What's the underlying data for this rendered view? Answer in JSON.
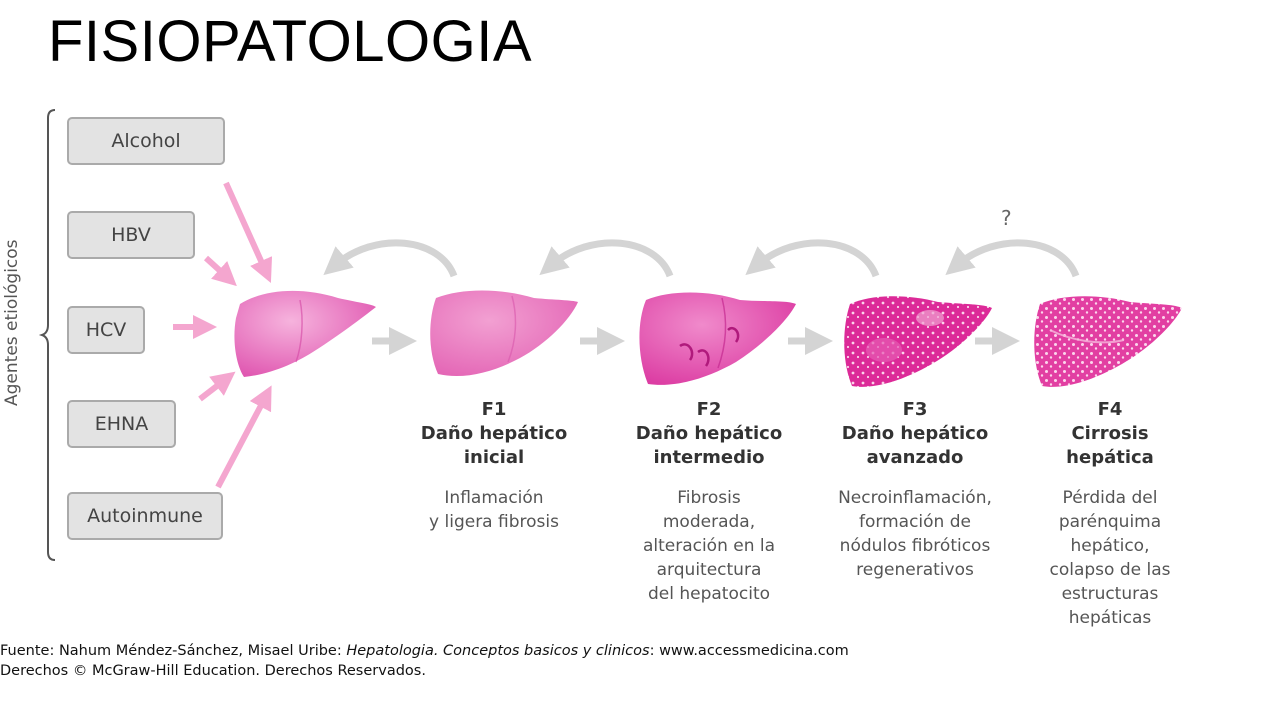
{
  "title": "FISIOPATOLOGIA",
  "agents_label": "Agentes etiológicos",
  "agents": [
    "Alcohol",
    "HBV",
    "HCV",
    "EHNA",
    "Autoinmune"
  ],
  "stages": [
    {
      "code": "F1",
      "name_line1": "Daño hepático",
      "name_line2": "inicial",
      "desc": [
        "Inflamación",
        "y ligera fibrosis"
      ]
    },
    {
      "code": "F2",
      "name_line1": "Daño hepático",
      "name_line2": "intermedio",
      "desc": [
        "Fibrosis",
        "moderada,",
        "alteración en la",
        "arquitectura",
        "del hepatocito"
      ]
    },
    {
      "code": "F3",
      "name_line1": "Daño hepático",
      "name_line2": "avanzado",
      "desc": [
        "Necroinflamación,",
        "formación de",
        "nódulos fibróticos",
        "regenerativos"
      ]
    },
    {
      "code": "F4",
      "name_line1": "Cirrosis",
      "name_line2": "hepática",
      "desc": [
        "Pérdida del",
        "parénquima",
        "hepático,",
        "colapso de las",
        "estructuras",
        "hepáticas"
      ]
    }
  ],
  "question_mark": "?",
  "source": {
    "prefix": "Fuente: Nahum Méndez-Sánchez, Misael Uribe: ",
    "book": "Hepatologia. Conceptos basicos y clinicos",
    "suffix": ": www.accessmedicina.com",
    "rights": "Derechos © McGraw-Hill Education. Derechos Reservados."
  },
  "colors": {
    "liver_light": "#ee86c6",
    "liver_mid": "#e74fae",
    "liver_dark": "#d91a8c",
    "arrow_pink": "#f4a6cf",
    "arrow_gray": "#d4d4d4"
  }
}
